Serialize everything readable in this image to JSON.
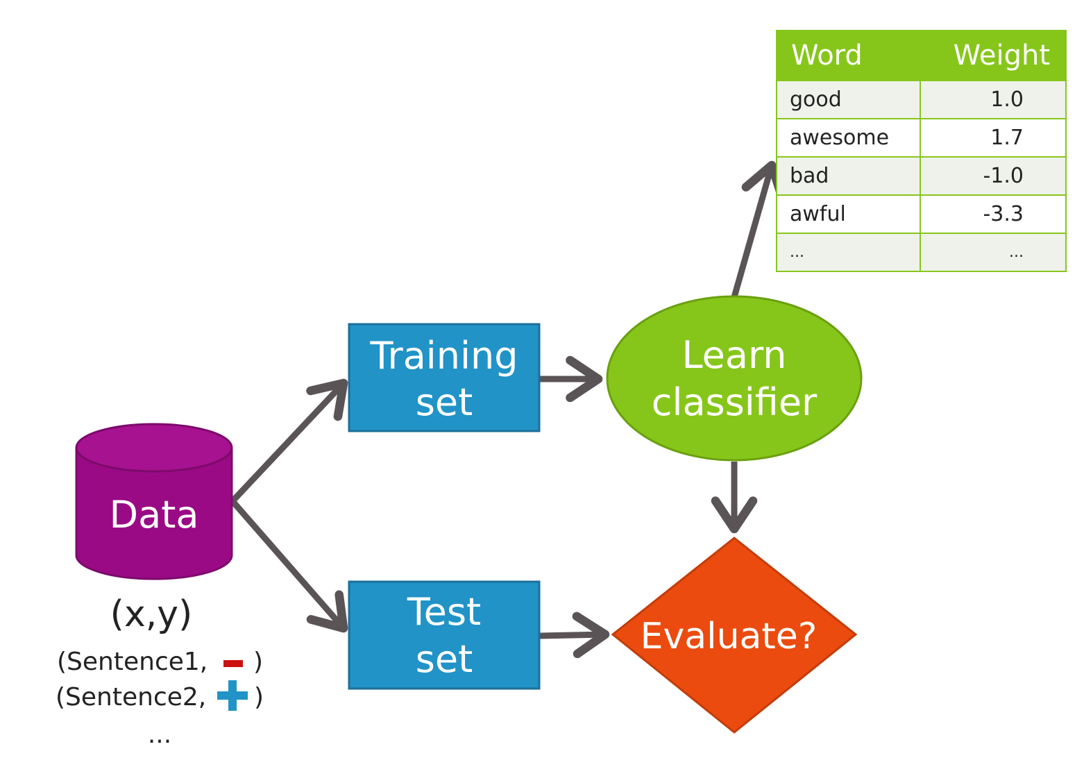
{
  "nodes": {
    "data": "Data",
    "training": [
      "Training",
      "set"
    ],
    "test": [
      "Test",
      "set"
    ],
    "learn": [
      "Learn",
      "classifier"
    ],
    "evaluate": "Evaluate?"
  },
  "data_caption": {
    "xy": "(x,y)",
    "sentence1": "(Sentence1,",
    "sentence2": "(Sentence2,",
    "close_paren": ")",
    "ellipsis": "..."
  },
  "weights_table": {
    "headers": [
      "Word",
      "Weight"
    ],
    "rows": [
      {
        "word": "good",
        "weight": "1.0"
      },
      {
        "word": "awesome",
        "weight": "1.7"
      },
      {
        "word": "bad",
        "weight": "-1.0"
      },
      {
        "word": "awful",
        "weight": "-3.3"
      },
      {
        "word": "...",
        "weight": "..."
      }
    ]
  },
  "colors": {
    "data": "#9a0a85",
    "box": "#2193c7",
    "learn": "#86c61a",
    "evaluate": "#eb4b0f",
    "arrow": "#5a5457",
    "negative": "#cc1111",
    "positive": "#2193c7"
  }
}
